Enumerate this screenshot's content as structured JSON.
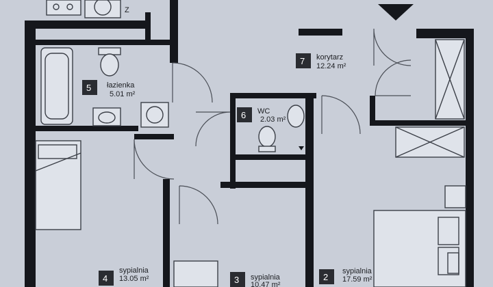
{
  "rooms": [
    {
      "number": "2",
      "name": "sypialnia",
      "area": "17.59 m²"
    },
    {
      "number": "3",
      "name": "sypialnia",
      "area": "10.47 m²"
    },
    {
      "number": "4",
      "name": "sypialnia",
      "area": "13.05 m²"
    },
    {
      "number": "5",
      "name": "łazienka",
      "area": "5.01 m²"
    },
    {
      "number": "6",
      "name": "WC",
      "area": "2.03 m²"
    },
    {
      "number": "7",
      "name": "korytarz",
      "area": "12.24 m²"
    }
  ],
  "colors": {
    "paper": "#c9ced8",
    "wall": "#15171c",
    "badge": "#2a2c31"
  }
}
